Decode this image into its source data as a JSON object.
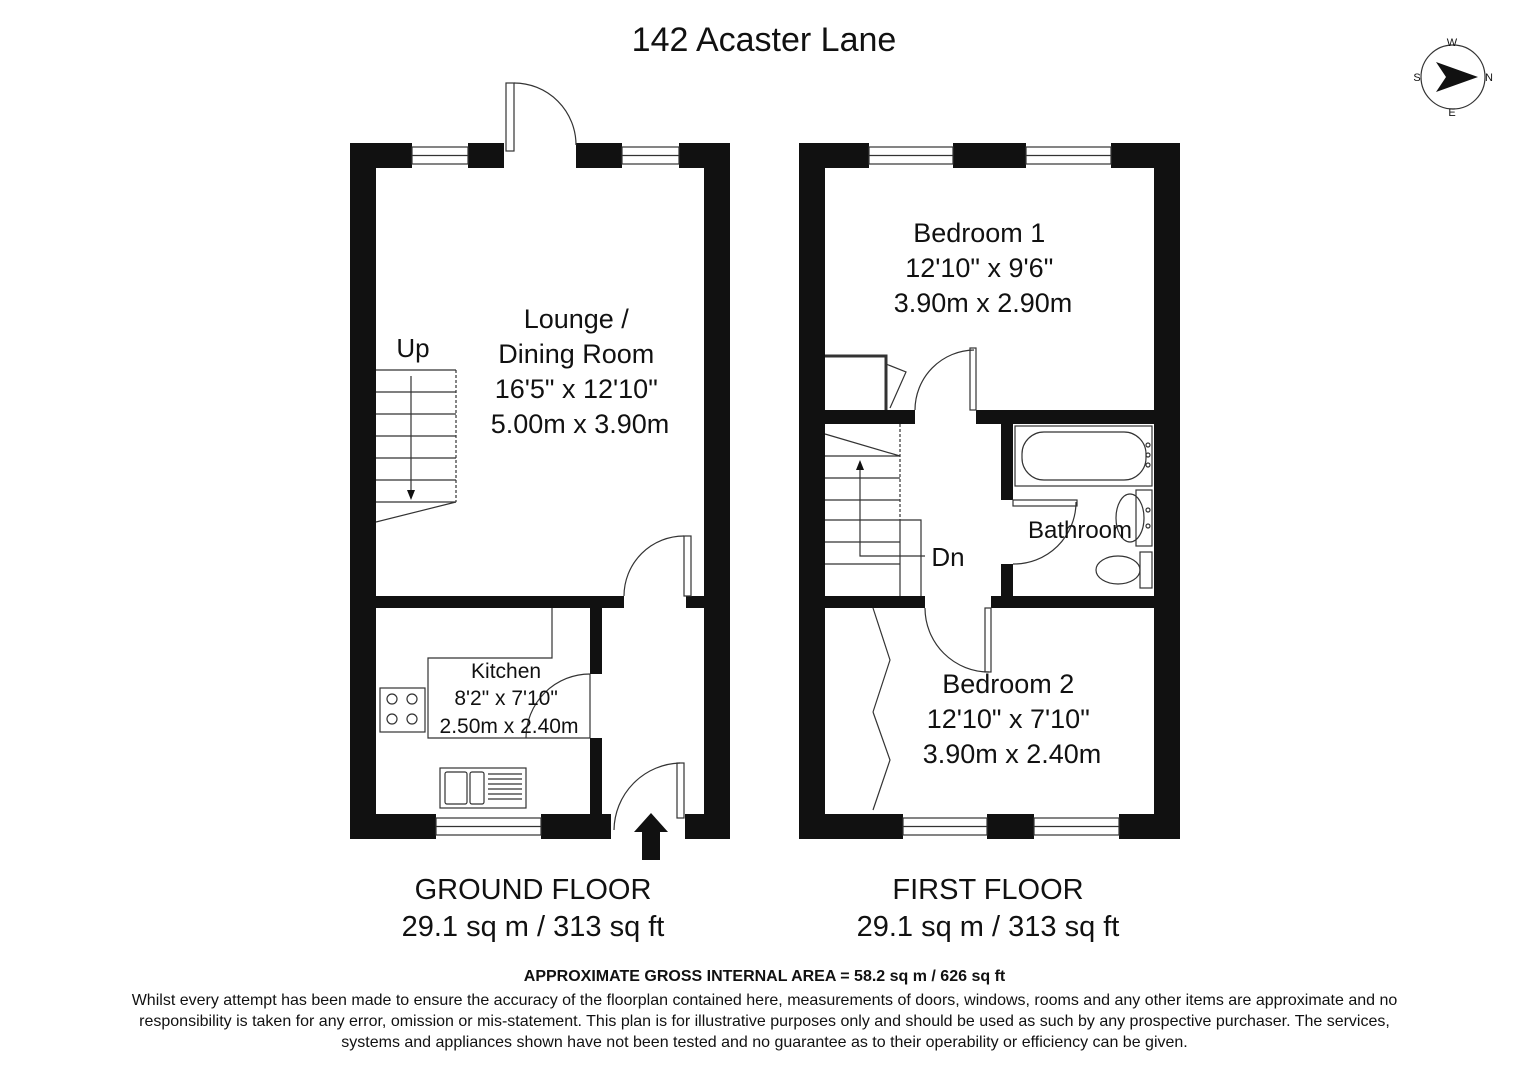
{
  "title": "142 Acaster Lane",
  "compass": {
    "w": "W",
    "s": "S",
    "n": "N",
    "e": "E"
  },
  "ground": {
    "stairs": "Up",
    "lounge": {
      "l1": "Lounge /",
      "l2": "Dining Room",
      "imp": "16'5\" x 12'10\"",
      "met": "5.00m x 3.90m"
    },
    "kitchen": {
      "name": "Kitchen",
      "imp": "8'2\" x 7'10\"",
      "met": "2.50m x 2.40m"
    },
    "floor": "GROUND FLOOR",
    "area": "29.1 sq m / 313 sq ft"
  },
  "first": {
    "stairs": "Dn",
    "bedroom1": {
      "name": "Bedroom 1",
      "imp": "12'10\" x 9'6\"",
      "met": "3.90m x 2.90m"
    },
    "bathroom": "Bathroom",
    "bedroom2": {
      "name": "Bedroom 2",
      "imp": "12'10\" x 7'10\"",
      "met": "3.90m x 2.40m"
    },
    "floor": "FIRST FLOOR",
    "area": "29.1 sq m / 313 sq ft"
  },
  "footer": {
    "headline": "APPROXIMATE GROSS INTERNAL AREA = 58.2 sq m / 626 sq ft",
    "disclaimer": "Whilst every attempt has been made to ensure the accuracy of the floorplan contained here, measurements of doors, windows, rooms and any other items are approximate and no responsibility is taken for any error, omission or mis-statement. This plan is for illustrative purposes only and should be used as such by any prospective purchaser. The services, systems and appliances shown have not been tested and no guarantee as to their operability or efficiency can be given."
  }
}
